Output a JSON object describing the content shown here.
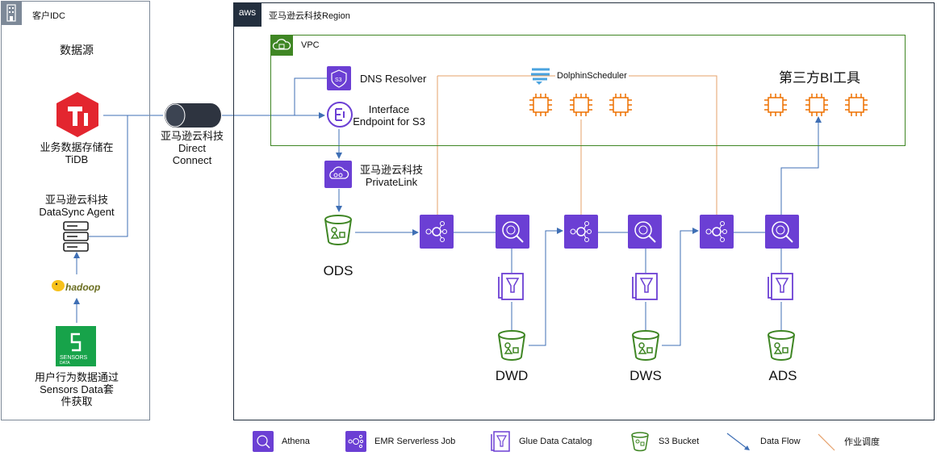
{
  "idc": {
    "title": "客户IDC",
    "data_source_title": "数据源",
    "tidb_label": "业务数据存储在\nTiDB",
    "datasync_label": "亚马逊云科技\nDataSync Agent",
    "hadoop_label": "hadoop",
    "sensors_label": "用户行为数据通过\nSensors Data套\n件获取",
    "sensors_logo_text": "SENSORS\nDATA"
  },
  "direct_connect": {
    "label": "亚马逊云科技\nDirect\nConnect"
  },
  "aws": {
    "badge": "aws",
    "region_title": "亚马逊云科技Region",
    "vpc_title": "VPC",
    "dns_resolver": "DNS Resolver",
    "interface_endpoint": "Interface\nEndpoint for S3",
    "privatelink": "亚马逊云科技\nPrivateLink",
    "dolphin": "DolphinScheduler",
    "bi_tools": "第三方BI工具",
    "ods": "ODS",
    "dwd": "DWD",
    "dws": "DWS",
    "ads": "ADS",
    "s3_badge": "S3"
  },
  "legend": {
    "athena": "Athena",
    "emr": "EMR Serverless Job",
    "glue": "Glue Data Catalog",
    "s3": "S3 Bucket",
    "dataflow": "Data Flow",
    "schedule": "作业调度"
  },
  "colors": {
    "purple": "#6b3fd4",
    "green": "#3f8624",
    "orange": "#ed7100",
    "arrow_blue": "#3f6fb5",
    "schedule_line": "#e6a06a",
    "tidb_red": "#e3262f"
  }
}
